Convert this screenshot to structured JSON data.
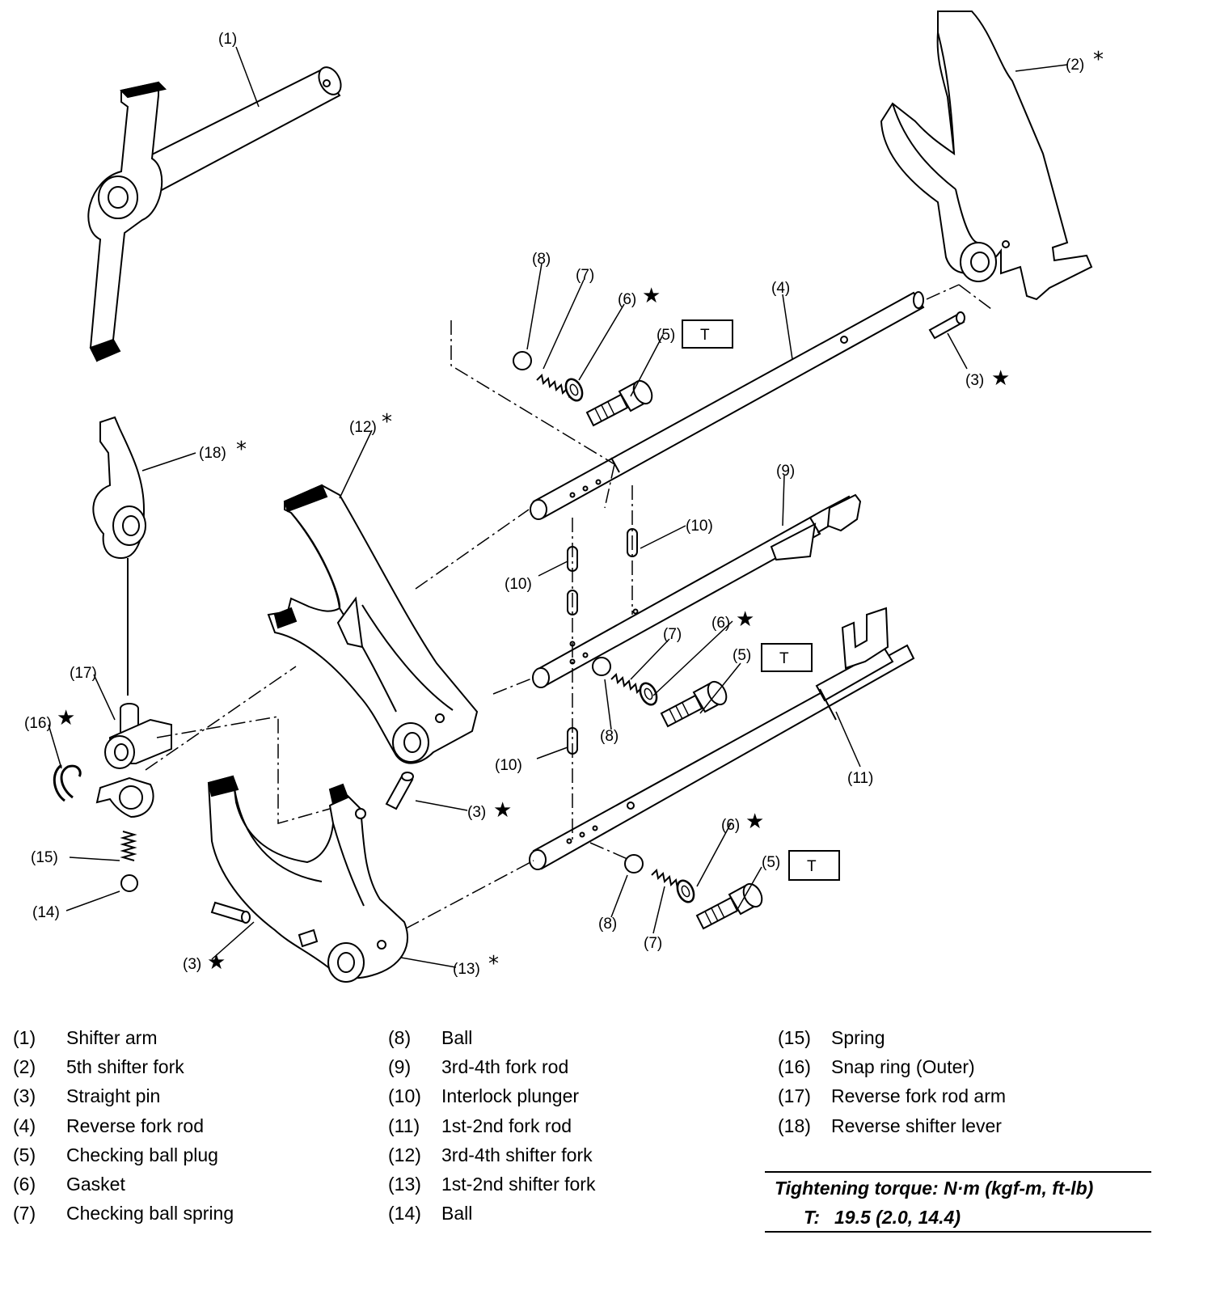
{
  "callouts": {
    "c1": "(1)",
    "c2": "(2)",
    "c3a": "(3)",
    "c3b": "(3)",
    "c3c": "(3)",
    "c4": "(4)",
    "c5a": "(5)",
    "c5b": "(5)",
    "c5c": "(5)",
    "c6a": "(6)",
    "c6b": "(6)",
    "c6c": "(6)",
    "c7a": "(7)",
    "c7b": "(7)",
    "c7c": "(7)",
    "c8a": "(8)",
    "c8b": "(8)",
    "c8c": "(8)",
    "c9": "(9)",
    "c10a": "(10)",
    "c10b": "(10)",
    "c10c": "(10)",
    "c11": "(11)",
    "c12": "(12)",
    "c13": "(13)",
    "c14": "(14)",
    "c15": "(15)",
    "c16": "(16)",
    "c17": "(17)",
    "c18": "(18)"
  },
  "marks": {
    "star": "★",
    "asterisk": "*"
  },
  "torque_symbol": "T",
  "legend": [
    [
      {
        "num": "(1)",
        "label": "Shifter arm"
      },
      {
        "num": "(2)",
        "label": "5th shifter fork"
      },
      {
        "num": "(3)",
        "label": "Straight pin"
      },
      {
        "num": "(4)",
        "label": "Reverse fork rod"
      },
      {
        "num": "(5)",
        "label": "Checking ball plug"
      },
      {
        "num": "(6)",
        "label": "Gasket"
      },
      {
        "num": "(7)",
        "label": "Checking ball spring"
      }
    ],
    [
      {
        "num": "(8)",
        "label": "Ball"
      },
      {
        "num": "(9)",
        "label": "3rd-4th fork rod"
      },
      {
        "num": "(10)",
        "label": "Interlock plunger"
      },
      {
        "num": "(11)",
        "label": "1st-2nd fork rod"
      },
      {
        "num": "(12)",
        "label": "3rd-4th shifter fork"
      },
      {
        "num": "(13)",
        "label": "1st-2nd shifter fork"
      },
      {
        "num": "(14)",
        "label": "Ball"
      }
    ],
    [
      {
        "num": "(15)",
        "label": "Spring"
      },
      {
        "num": "(16)",
        "label": "Snap ring (Outer)"
      },
      {
        "num": "(17)",
        "label": "Reverse fork rod arm"
      },
      {
        "num": "(18)",
        "label": "Reverse shifter lever"
      }
    ]
  ],
  "torque": {
    "heading": "Tightening torque: N·m (kgf-m, ft-lb)",
    "symbol": "T:",
    "value": "19.5 (2.0, 14.4)"
  }
}
